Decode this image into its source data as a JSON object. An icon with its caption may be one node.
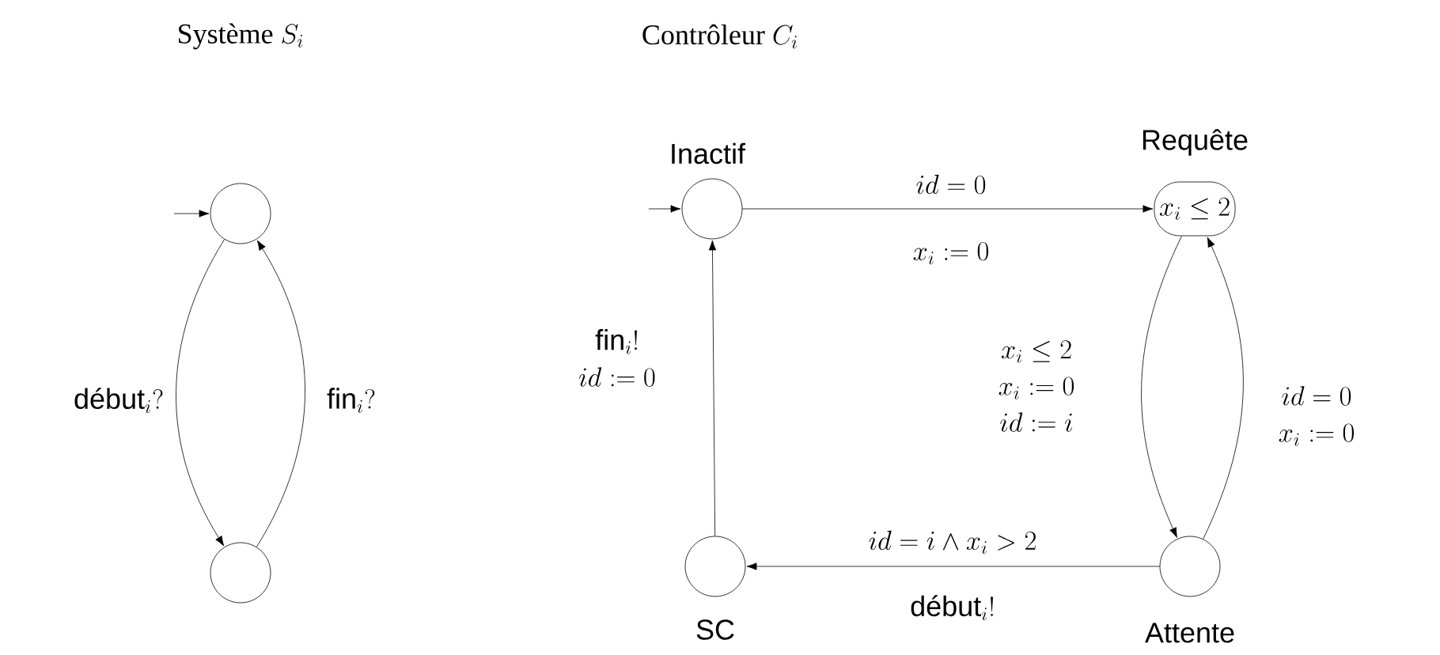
{
  "diagram": {
    "nodes": [
      {
        "text": [],
        "shape": "circle"
      },
      {
        "text": [],
        "shape": "circle"
      },
      {
        "text": [
          "Inactif"
        ]
      },
      {
        "text": [
          "Requête",
          "x_i \\leq 2"
        ]
      },
      {
        "text": [
          "Attente"
        ]
      },
      {
        "text": [
          "SC"
        ]
      }
    ],
    "edges": [
      {
        "from": null,
        "to": 0,
        "arrow": "to"
      },
      {
        "from": 0,
        "to": 1,
        "arrow": "to",
        "label": "\\text{début}_i?"
      },
      {
        "from": 1,
        "to": 0,
        "arrow": "to",
        "label": "\\text{fin}_i?"
      },
      {
        "from": null,
        "to": 2,
        "arrow": "to"
      },
      {
        "from": 2,
        "to": 3,
        "arrow": "to",
        "label": "\\begin{array}{c}id = 0\\\\ x_i := 0\\end{array}"
      },
      {
        "from": 3,
        "to": 4,
        "arrow": "to",
        "label": "\\begin{array}{c}x_i \\leq 2\\\\ x_i := 0\\\\ id := i\\end{array}"
      },
      {
        "from": 4,
        "to": 3,
        "arrow": "to",
        "label": "\\begin{array}{c}id = 0\\\\ x_i := 0\\end{array}"
      },
      {
        "from": 4,
        "to": 5,
        "arrow": "to",
        "label": "\\begin{array}{c}id = i \\wedge x_i > 2\\\\ \\text{début}_i!\\end{array}"
      },
      {
        "from": 5,
        "to": 2,
        "arrow": "to",
        "label": "\\begin{array}{c}\\text{fin}_i!\\\\ id := 0\\end{array}"
      }
    ],
    "labels": [
      "\\text{Système}\\ S_i",
      "\\text{Contrôleur}\\ C_i"
    ]
  }
}
